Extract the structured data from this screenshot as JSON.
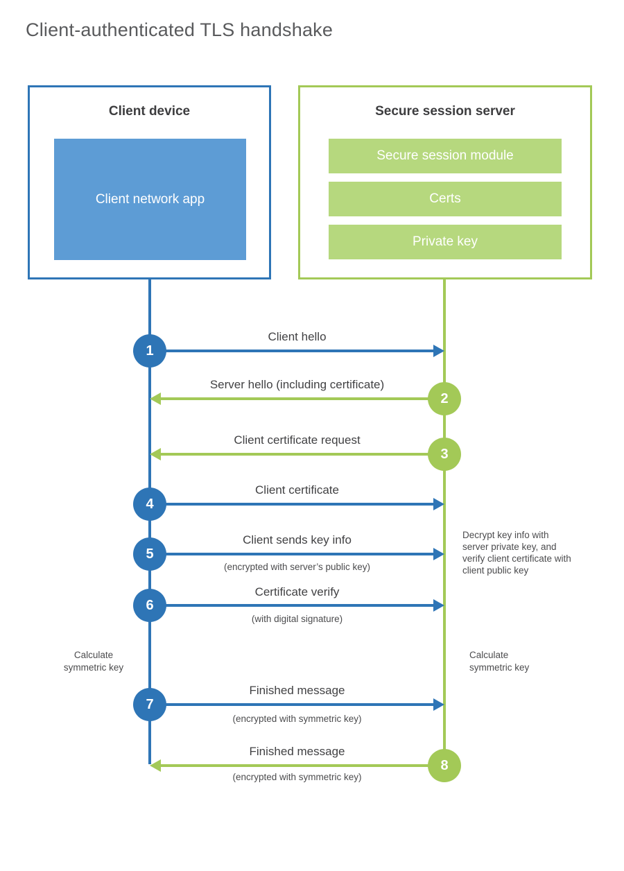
{
  "title": "Client-authenticated TLS handshake",
  "client": {
    "title": "Client device",
    "app_label": "Client network app"
  },
  "server": {
    "title": "Secure session server",
    "modules": [
      "Secure session module",
      "Certs",
      "Private key"
    ]
  },
  "messages": [
    {
      "step": "1",
      "from": "client",
      "to": "server",
      "label": "Client hello",
      "sublabel": ""
    },
    {
      "step": "2",
      "from": "server",
      "to": "client",
      "label": "Server hello (including certificate)",
      "sublabel": ""
    },
    {
      "step": "3",
      "from": "server",
      "to": "client",
      "label": "Client certificate request",
      "sublabel": ""
    },
    {
      "step": "4",
      "from": "client",
      "to": "server",
      "label": "Client certificate",
      "sublabel": ""
    },
    {
      "step": "5",
      "from": "client",
      "to": "server",
      "label": "Client sends key info",
      "sublabel": "(encrypted with server’s public key)"
    },
    {
      "step": "6",
      "from": "client",
      "to": "server",
      "label": "Certificate verify",
      "sublabel": "(with digital signature)"
    },
    {
      "step": "7",
      "from": "client",
      "to": "server",
      "label": "Finished message",
      "sublabel": "(encrypted with symmetric key)"
    },
    {
      "step": "8",
      "from": "server",
      "to": "client",
      "label": "Finished message",
      "sublabel": "(encrypted with symmetric key)"
    }
  ],
  "notes": {
    "client_note": {
      "lines": [
        "Calculate",
        "symmetric key"
      ]
    },
    "server_note": {
      "lines": [
        "Calculate",
        "symmetric key"
      ]
    },
    "server_annotation": "Decrypt key info with server private key, and verify client certificate with client public key"
  },
  "colors": {
    "blue_accent": "#2e75b6",
    "blue_fill": "#5d9cd5",
    "green_accent": "#a3c957",
    "green_fill": "#b6d87e",
    "title_gray": "#595a5c",
    "label_dark": "#414143"
  }
}
